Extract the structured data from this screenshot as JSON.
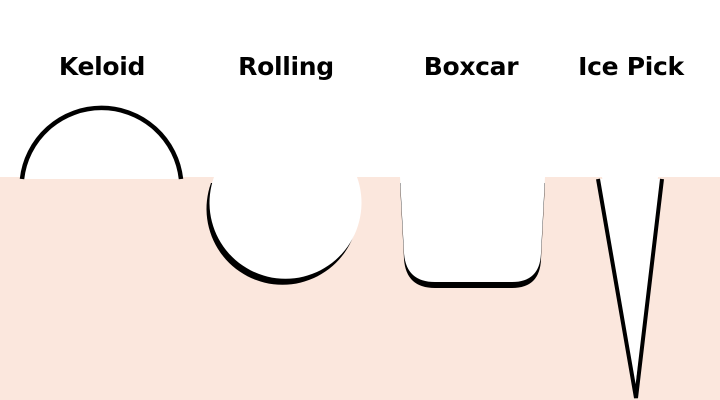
{
  "labels": {
    "keloid": "Keloid",
    "rolling": "Rolling",
    "boxcar": "Boxcar",
    "ice_pick": "Ice Pick"
  },
  "colors": {
    "skin": "#fbe7dd",
    "background": "#ffffff",
    "outline": "#000000"
  }
}
